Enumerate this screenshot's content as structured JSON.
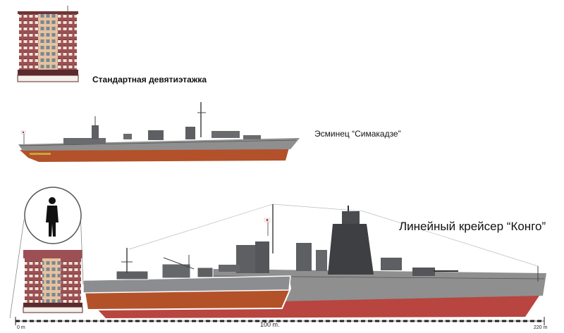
{
  "labels": {
    "building": "Стандартная девятиэтажка",
    "destroyer": "Эсминец “Симакадзе”",
    "battlecruiser": "Линейный крейсер “Конго”"
  },
  "scale": {
    "start": "0 m",
    "middle": "100 m.",
    "end": "220 m"
  },
  "colors": {
    "hull_grey": "#8f8f8f",
    "superstructure": "#5e5f62",
    "hull_red_kongo": "#b8453f",
    "hull_red_destroyer": "#b2512a",
    "building_wall": "#9c4f55",
    "building_light": "#e8c9a8"
  }
}
